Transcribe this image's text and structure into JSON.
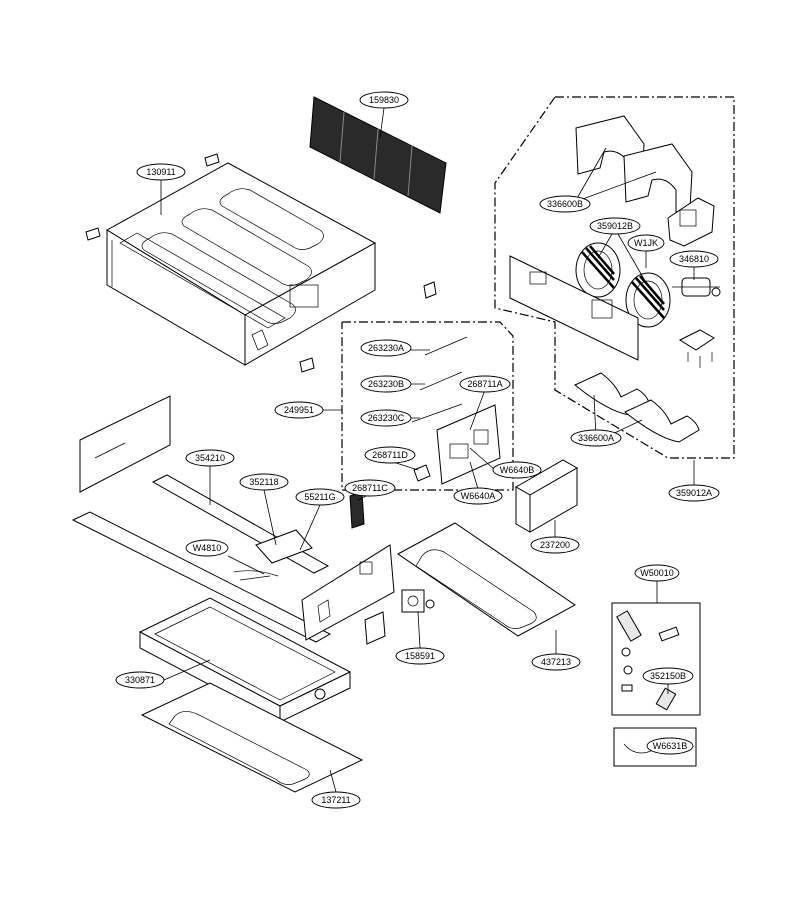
{
  "callouts": {
    "p159830": "159830",
    "p130911": "130911",
    "p336600B": "336600B",
    "p359012B": "359012B",
    "pW1JK": "W1JK",
    "p346810": "346810",
    "p263230A": "263230A",
    "p263230B": "263230B",
    "p263230C": "263230C",
    "p268711A": "268711A",
    "p249951": "249951",
    "p268711D": "268711D",
    "pW6640B": "W6640B",
    "pW6640A": "W6640A",
    "p268711C": "268711C",
    "p336600A": "336600A",
    "p359012A": "359012A",
    "p354210": "354210",
    "p352118": "352118",
    "p55211G": "55211G",
    "p237200": "237200",
    "pW4810": "W4810",
    "pW50010": "W50010",
    "p330871": "330871",
    "p158591": "158591",
    "p437213": "437213",
    "p352150B": "352150B",
    "pW6631B": "W6631B",
    "p137211": "137211"
  },
  "colors": {
    "line": "#000000",
    "background": "#ffffff",
    "filter_mesh": "#2a2a2a"
  }
}
